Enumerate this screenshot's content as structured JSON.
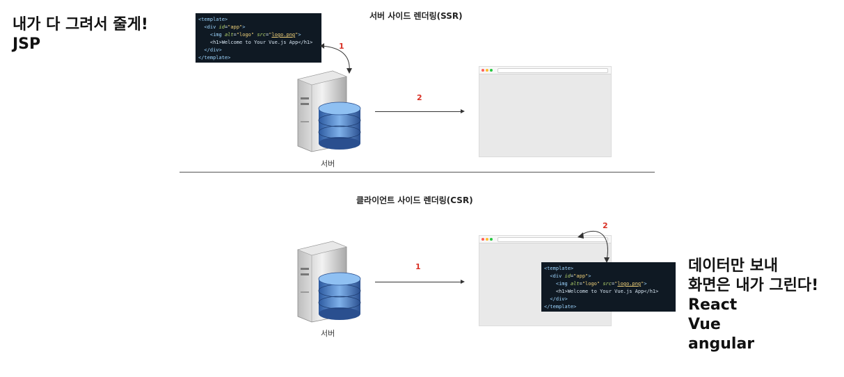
{
  "left_note": {
    "line1": "내가 다 그려서 줄게!",
    "line2": "JSP"
  },
  "right_note": {
    "line1": "데이터만 보내",
    "line2": "화면은 내가 그린다!",
    "line3": "React",
    "line4": "Vue",
    "line5": "angular"
  },
  "ssr": {
    "title": "서버 사이드 렌더링(SSR)",
    "server_label": "서버",
    "step1": "1",
    "step2": "2"
  },
  "csr": {
    "title": "클라이언트 사이드 렌더링(CSR)",
    "server_label": "서버",
    "step1": "1",
    "step2": "2"
  },
  "code": {
    "l1": "<template>",
    "l2_a": "  <div ",
    "l2_attr": "id",
    "l2_eq": "=",
    "l2_val": "\"app\"",
    "l2_end": ">",
    "l3_a": "    <img ",
    "l3_attr1": "alt",
    "l3_eq1": "=",
    "l3_val1": "\"logo\"",
    "l3_sp": " ",
    "l3_attr2": "src",
    "l3_eq2": "=",
    "l3_val2a": "\"",
    "l3_val2b": "logo.png",
    "l3_val2c": "\"",
    "l3_end": ">",
    "l4": "    <h1>Welcome to Your Vue.js App</h1>",
    "l5": "  </div>",
    "l6": "</template>"
  },
  "colors": {
    "step_number": "#d93025",
    "code_bg": "#0f1923",
    "browser_bg": "#e9e9e9"
  }
}
